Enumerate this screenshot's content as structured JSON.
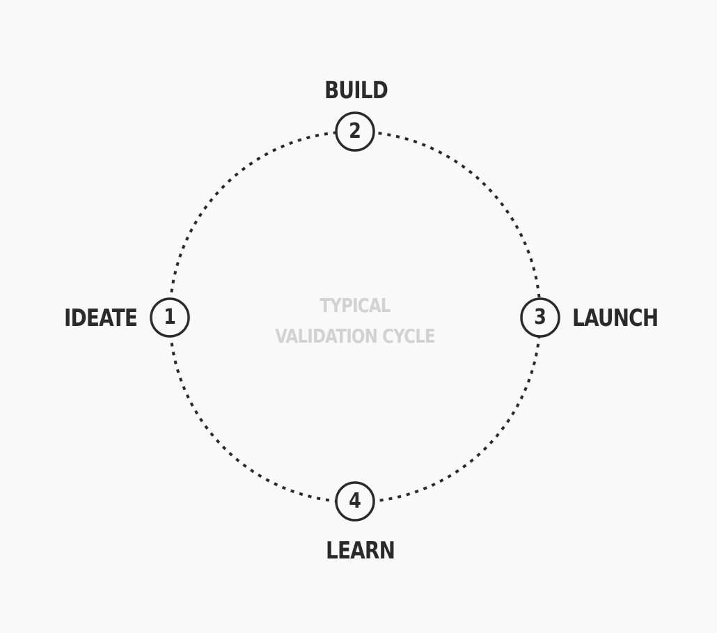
{
  "diagram": {
    "type": "cycle",
    "center_title": {
      "line1": "TYPICAL",
      "line2": "VALIDATION CYCLE"
    },
    "steps": [
      {
        "number": "1",
        "label": "IDEATE",
        "position": "left"
      },
      {
        "number": "2",
        "label": "BUILD",
        "position": "top"
      },
      {
        "number": "3",
        "label": "LAUNCH",
        "position": "right"
      },
      {
        "number": "4",
        "label": "LEARN",
        "position": "bottom"
      }
    ]
  },
  "colors": {
    "background": "#f9f9f9",
    "ink": "#2a2a2a",
    "center_text": "#d2d2d2"
  }
}
